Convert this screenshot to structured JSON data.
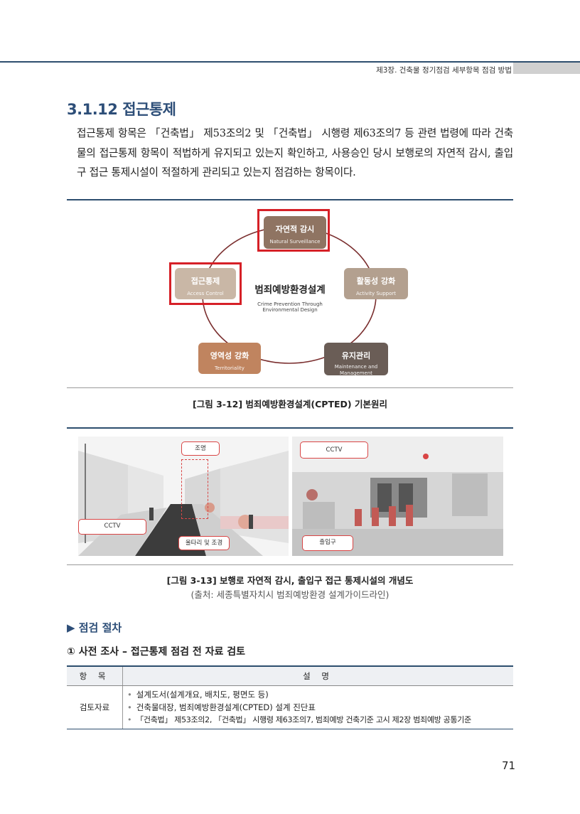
{
  "header": {
    "chapter": "제3장. 건축물 정기점검 세부항목 점검 방법"
  },
  "section": {
    "title": "3.1.12 접근통제",
    "intro": "접근통제 항목은 「건축법」 제53조의2 및 「건축법」 시행령 제63조의7 등 관련 법령에 따라 건축물의 접근통제 항목이 적법하게 유지되고 있는지 확인하고, 사용승인 당시 보행로의 자연적 감시, 출입구 접근 통제시설이 적절하게 관리되고 있는지 점검하는 항목이다."
  },
  "figure1": {
    "center_ko": "범죄예방환경설계",
    "center_en1": "Crime Prevention Through",
    "center_en2": "Environmental Design",
    "nodes": {
      "surveillance": {
        "ko": "자연적 감시",
        "en": "Natural Surveillance",
        "color": "#8f7462"
      },
      "access": {
        "ko": "접근통제",
        "en": "Access Control",
        "color": "#c9b7a6"
      },
      "activity": {
        "ko": "활동성 강화",
        "en": "Activity Support",
        "color": "#b3a08f"
      },
      "territory": {
        "ko": "영역성 강화",
        "en": "Territoriality",
        "color": "#c0845f"
      },
      "maintenance": {
        "ko": "유지관리",
        "en1": "Maintenance and",
        "en2": "Management",
        "color": "#6a5d56"
      }
    },
    "caption": "[그림 3-12] 범죄예방환경설계(CPTED) 기본원리"
  },
  "figure2": {
    "left_tags": {
      "lighting": "조명",
      "cctv": "CCTV",
      "fence": "울타리 및 조경"
    },
    "right_tags": {
      "cctv": "CCTV",
      "entrance": "출입구"
    },
    "caption": "[그림 3-13] 보행로 자연적 감시, 출입구 접근 통제시설의 개념도",
    "source": "(출처: 세종특별자치시 범죄예방환경 설계가이드라인)"
  },
  "procedure": {
    "heading": "▶ 점검 절차",
    "step1": "① 사전 조사 – 접근통제 점검 전 자료 검토",
    "table": {
      "col1": "항 목",
      "col2": "설 명",
      "row_label": "검토자료",
      "items": [
        "설계도서(설계개요, 배치도, 평면도 등)",
        "건축물대장, 범죄예방환경설계(CPTED) 설계 진단표",
        "「건축법」 제53조의2, 「건축법」 시행령 제63조의7, 범죄예방 건축기준 고시 제2장 범죄예방 공통기준"
      ]
    }
  },
  "page_number": "71",
  "colors": {
    "heading": "#2d4e78",
    "rule": "#2d4e6e",
    "highlight": "#d62027"
  }
}
